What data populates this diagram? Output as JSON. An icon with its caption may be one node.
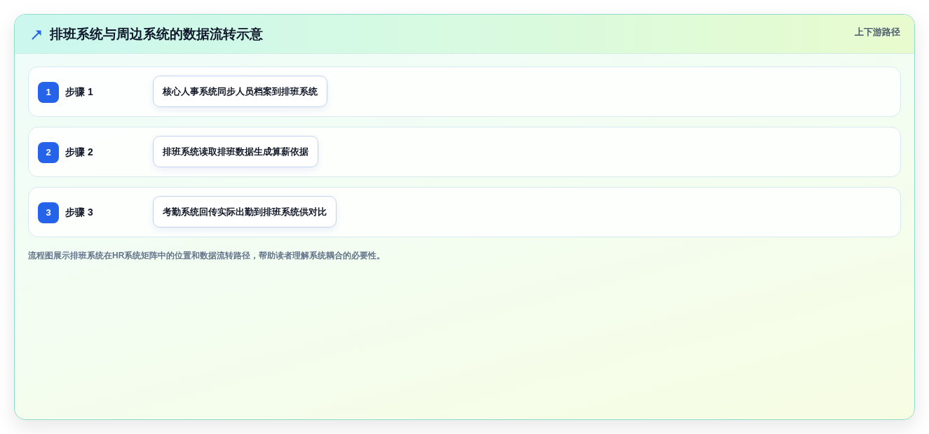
{
  "diagram": {
    "title": "排班系统与周边系统的数据流转示意",
    "nodes": [
      {
        "text": [
          "步骤 1"
        ]
      },
      {
        "text": [
          "1"
        ],
        "in": 0
      },
      {
        "text": [
          "核心人事系统同步人员档案到排班系统"
        ],
        "in": 0
      },
      {
        "text": [
          "步骤 2"
        ]
      },
      {
        "text": [
          "2"
        ],
        "in": 3
      },
      {
        "text": [
          "排班系统读取排班数据生成算薪依据"
        ],
        "in": 3
      },
      {
        "text": [
          "步骤 3"
        ]
      },
      {
        "text": [
          "3"
        ],
        "in": 6
      },
      {
        "text": [
          "考勤系统回传实际出勤到排班系统供对比"
        ],
        "in": 6
      }
    ],
    "labels": [
      "上下游路径"
    ],
    "caption": "流程图展示排班系统在HR系统矩阵中的位置和数据流转路径，帮助读者理解系统耦合的必要性。"
  }
}
